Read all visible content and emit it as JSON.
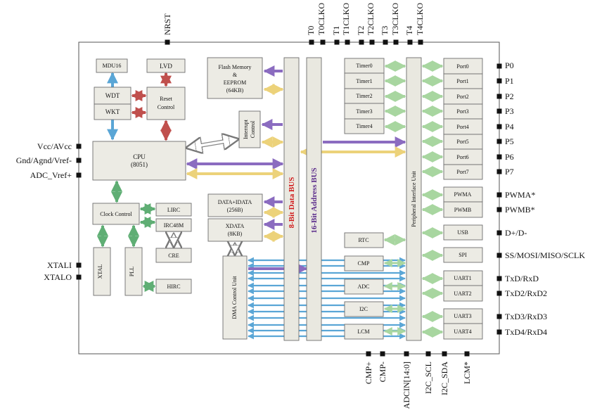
{
  "colors": {
    "purple": "#8b6cc0",
    "yellow": "#ecd27a",
    "green": "#5fae74",
    "blue": "#5aa6d6",
    "red": "#c0504d",
    "white": "#ffffff",
    "lightgreen": "#a8d6a0",
    "data_bus_label": "#d11a1a",
    "addr_bus_label": "#5a2a8a"
  },
  "pins": {
    "nrst": "NRST",
    "top": [
      "T0",
      "T0CLKO",
      "T1",
      "T1CLKO",
      "T2",
      "T2CLKO",
      "T3",
      "T3CLKO",
      "T4",
      "T4CLKO"
    ],
    "left": [
      "Vcc/AVcc",
      "Gnd/Agnd/Vref-",
      "ADC_Vref+",
      "XTALI",
      "XTALO"
    ],
    "right": [
      "P0",
      "P1",
      "P2",
      "P3",
      "P4",
      "P5",
      "P6",
      "P7",
      "PWMA*",
      "PWMB*",
      "D+/D-",
      "SS/MOSI/MISO/SCLK",
      "TxD/RxD",
      "TxD2/RxD2",
      "TxD3/RxD3",
      "TxD4/RxD4"
    ],
    "bottom": [
      "CMP+",
      "CMP-",
      "ADCIN[14:0]",
      "I2C_SCL",
      "I2C_SDA",
      "LCM*"
    ]
  },
  "blocks": {
    "mdu16": "MDU16",
    "lvd": "LVD",
    "wdt": "WDT",
    "wkt": "WKT",
    "reset_line1": "Reset",
    "reset_line2": "Control",
    "cpu_line1": "CPU",
    "cpu_line2": "(8051)",
    "flash_line1": "Flash Memory",
    "flash_line2": "&",
    "flash_line3": "EEPROM",
    "flash_line4": "(64KB)",
    "interrupt_line1": "Interrupt",
    "interrupt_line2": "Control",
    "clock_control": "Clock Control",
    "lirc": "LIRC",
    "irc48m": "IRC48M",
    "cre": "CRE",
    "hirc": "HIRC",
    "xtal": "XTAL",
    "pll": "PLL",
    "data_idata_line1": "DATA+IDATA",
    "data_idata_line2": "(256B)",
    "xdata_line1": "XDATA",
    "xdata_line2": "(8KB)",
    "dma": "DMA Control Unit",
    "data_bus": "8-Bit Data BUS",
    "addr_bus": "16-Bit Address BUS",
    "piu": "Peripheral Interface Unit",
    "timers": [
      "Timer0",
      "Timer1",
      "Timer2",
      "Timer3",
      "Timer4"
    ],
    "ports": [
      "Port0",
      "Port1",
      "Port2",
      "Port3",
      "Port4",
      "Port5",
      "Port6",
      "Port7"
    ],
    "pwma": "PWMA",
    "pwmb": "PWMB",
    "usb": "USB",
    "spi": "SPI",
    "rtc": "RTC",
    "cmp": "CMP",
    "adc": "ADC",
    "i2c": "I2C",
    "lcm": "LCM",
    "uarts": [
      "UART1",
      "UART2",
      "UART3",
      "UART4"
    ]
  }
}
